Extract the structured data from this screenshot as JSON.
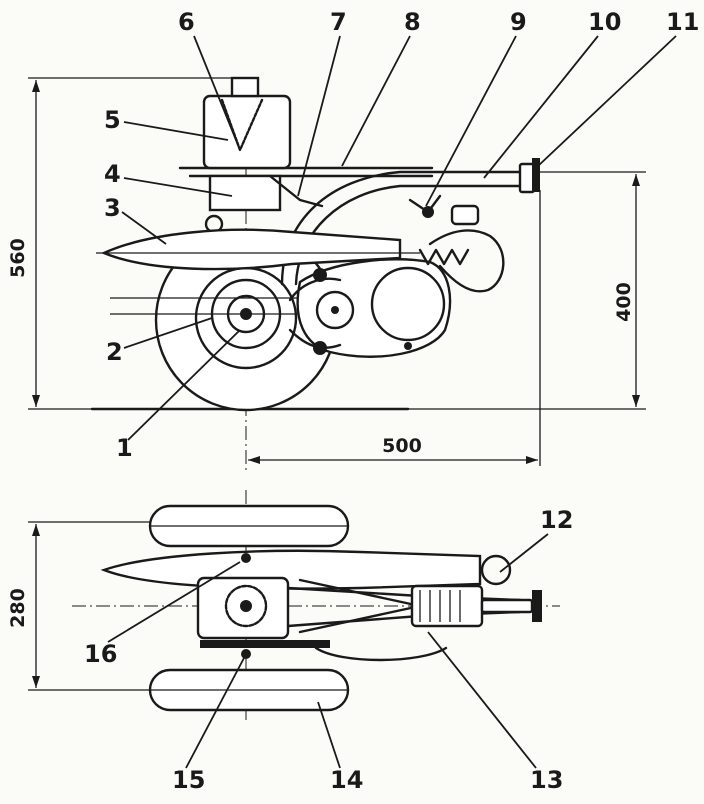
{
  "callouts": {
    "n1": "1",
    "n2": "2",
    "n3": "3",
    "n4": "4",
    "n5": "5",
    "n6": "6",
    "n7": "7",
    "n8": "8",
    "n9": "9",
    "n10": "10",
    "n11": "11",
    "n12": "12",
    "n13": "13",
    "n14": "14",
    "n15": "15",
    "n16": "16"
  },
  "dimensions": {
    "height_total": "560",
    "height_handle": "400",
    "length": "500",
    "width": "280"
  }
}
